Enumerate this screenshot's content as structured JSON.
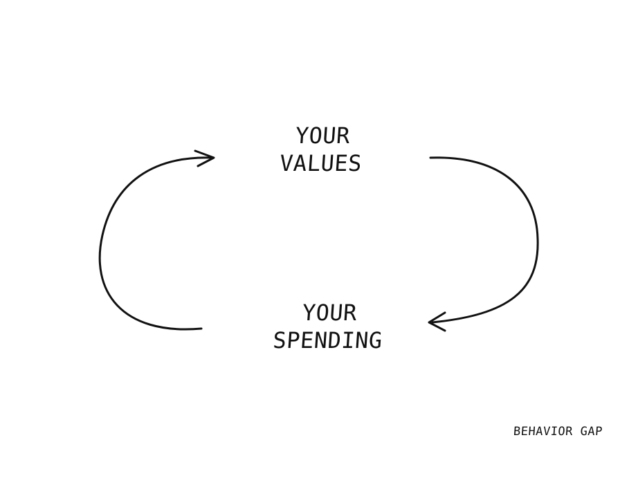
{
  "diagram": {
    "top_node": {
      "line1": "YOUR",
      "line2": "VALUES"
    },
    "bottom_node": {
      "line1": "YOUR",
      "line2": "SPENDING"
    },
    "signature": "BEHAVIOR GAP",
    "stroke_color": "#111111",
    "background_color": "#ffffff"
  }
}
